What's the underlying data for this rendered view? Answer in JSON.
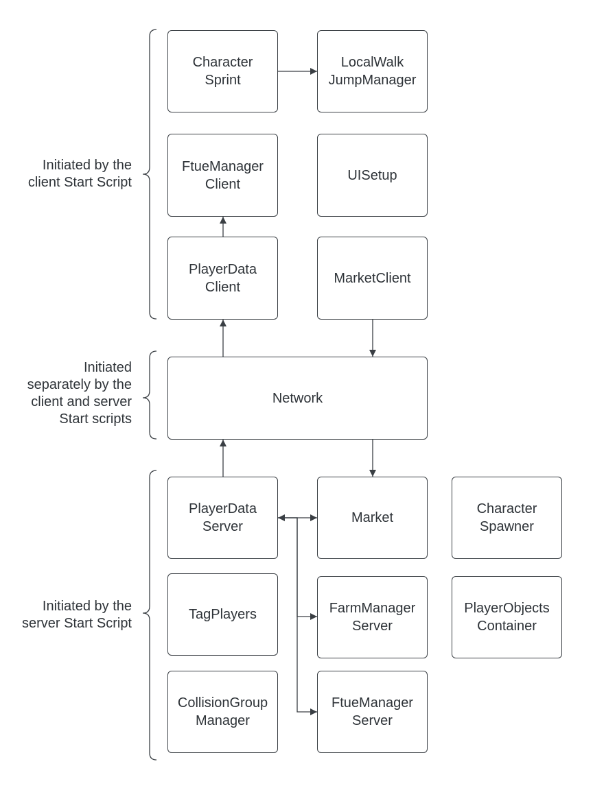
{
  "groups": {
    "client": "Initiated by the\nclient Start Script",
    "shared": "Initiated\nseparately by the\nclient and server\nStart scripts",
    "server": "Initiated by the\nserver Start Script"
  },
  "modules": {
    "character_sprint": "Character\nSprint",
    "local_walk_jump_manager": "LocalWalk\nJumpManager",
    "ftue_manager_client": "FtueManager\nClient",
    "ui_setup": "UISetup",
    "player_data_client": "PlayerData\nClient",
    "market_client": "MarketClient",
    "network": "Network",
    "player_data_server": "PlayerData\nServer",
    "market": "Market",
    "character_spawner": "Character\nSpawner",
    "tag_players": "TagPlayers",
    "farm_manager_server": "FarmManager\nServer",
    "player_objects_container": "PlayerObjects\nContainer",
    "collision_group_manager": "CollisionGroup\nManager",
    "ftue_manager_server": "FtueManager\nServer"
  },
  "connections": [
    {
      "from": "Character Sprint",
      "to": "LocalWalk JumpManager"
    },
    {
      "from": "PlayerData Client",
      "to": "FtueManager Client"
    },
    {
      "from": "Network",
      "to": "PlayerData Client"
    },
    {
      "from": "MarketClient",
      "to": "Network"
    },
    {
      "from": "PlayerData Server",
      "to": "Network"
    },
    {
      "from": "Network",
      "to": "Market"
    },
    {
      "from": "PlayerData Server",
      "to": "Market",
      "bidirectional": true
    },
    {
      "from": "PlayerData Server",
      "to": "FarmManager Server"
    },
    {
      "from": "PlayerData Server",
      "to": "FtueManager Server"
    }
  ],
  "colors": {
    "stroke": "#3a3f44",
    "text": "#2e3338",
    "background": "#ffffff"
  }
}
